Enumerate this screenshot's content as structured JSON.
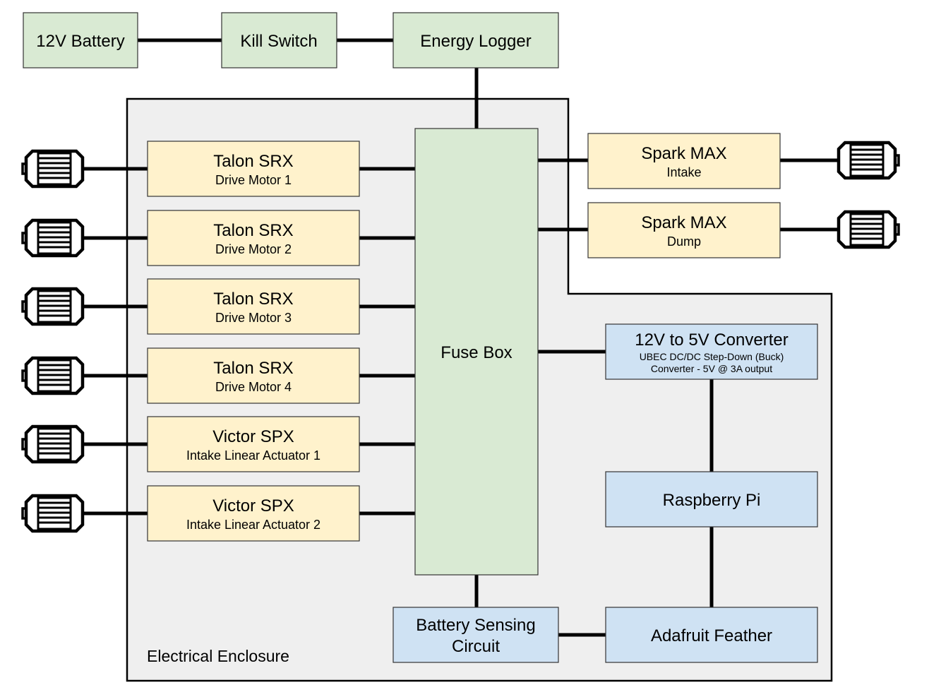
{
  "top_row": {
    "battery": "12V Battery",
    "kill_switch": "Kill Switch",
    "energy_logger": "Energy Logger"
  },
  "enclosure": {
    "label": "Electrical Enclosure"
  },
  "fuse_box": "Fuse Box",
  "controllers": [
    {
      "title": "Talon SRX",
      "subtitle": "Drive Motor 1"
    },
    {
      "title": "Talon SRX",
      "subtitle": "Drive Motor 2"
    },
    {
      "title": "Talon SRX",
      "subtitle": "Drive Motor 3"
    },
    {
      "title": "Talon SRX",
      "subtitle": "Drive Motor 4"
    },
    {
      "title": "Victor SPX",
      "subtitle": "Intake Linear Actuator 1"
    },
    {
      "title": "Victor SPX",
      "subtitle": "Intake Linear Actuator 2"
    }
  ],
  "spark": [
    {
      "title": "Spark MAX",
      "subtitle": "Intake"
    },
    {
      "title": "Spark MAX",
      "subtitle": "Dump"
    }
  ],
  "converter": {
    "title": "12V to 5V Converter",
    "line1": "UBEC DC/DC Step-Down (Buck)",
    "line2": "Converter - 5V @ 3A output"
  },
  "raspberry_pi": "Raspberry Pi",
  "adafruit": "Adafruit Feather",
  "battery_sensing": {
    "line1": "Battery Sensing",
    "line2": "Circuit"
  },
  "colors": {
    "power_green": "#d9ead3",
    "controller_yellow": "#fff2cc",
    "logic_blue": "#cfe2f3",
    "enclosure_gray": "#efefef"
  },
  "icons": {
    "motor": "motor-icon"
  }
}
